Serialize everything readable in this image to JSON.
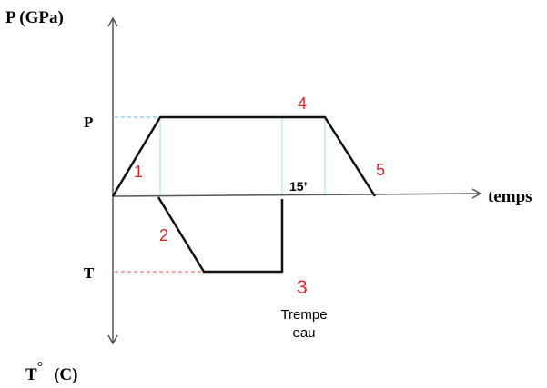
{
  "axes": {
    "top_label": "P (GPa)",
    "bottom_label": "T° (C)",
    "bottom_label_main": "T",
    "bottom_label_degree": "°",
    "bottom_label_unit": "(C)",
    "right_label": "temps"
  },
  "levels": {
    "pressure_label": "P",
    "temperature_label": "T"
  },
  "annotations": {
    "time_mark": "15’",
    "quench_line1": "Trempe",
    "quench_line2": "eau"
  },
  "steps": [
    {
      "id": "1",
      "label": "1"
    },
    {
      "id": "2",
      "label": "2"
    },
    {
      "id": "3",
      "label": "3"
    },
    {
      "id": "4",
      "label": "4"
    },
    {
      "id": "5",
      "label": "5"
    }
  ],
  "colors": {
    "axis": "#555555",
    "curve": "#111111",
    "step_label": "#d42a2a",
    "pressure_guide": "#5fb8e0",
    "temperature_guide": "#e05555",
    "vertical_guide": "#a9dfe8"
  }
}
